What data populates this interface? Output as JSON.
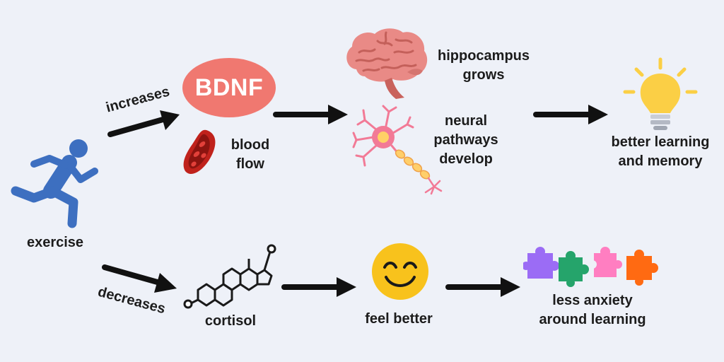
{
  "labels": {
    "increases": "increases",
    "decreases": "decreases",
    "exercise": "exercise",
    "bdnf": "BDNF",
    "blood_flow": [
      "blood",
      "flow"
    ],
    "hippocampus": [
      "hippocampus",
      "grows"
    ],
    "neural": [
      "neural",
      "pathways",
      "develop"
    ],
    "better": [
      "better learning",
      "and memory"
    ],
    "cortisol": "cortisol",
    "feel_better": "feel better",
    "less_anxiety": [
      "less anxiety",
      "around learning"
    ]
  },
  "icons": {
    "runner": "running-person-icon",
    "bdnf": "bdnf-blob-icon",
    "blood": "blood-vessel-icon",
    "brain": "brain-icon",
    "neuron": "neuron-icon",
    "bulb": "lightbulb-icon",
    "cortisol": "steroid-molecule-icon",
    "smiley": "smiley-face-icon",
    "puzzle": "puzzle-pieces-icon"
  },
  "colors": {
    "background": "#eef1f8",
    "runner": "#3d6fc0",
    "bdnf": "#f07870",
    "brain": "#e98a86",
    "bulb": "#fbcf45",
    "smiley": "#f8c21c",
    "puzzle": [
      "#9b6cf5",
      "#25a46b",
      "#ff7ec1",
      "#ff6a12"
    ]
  }
}
